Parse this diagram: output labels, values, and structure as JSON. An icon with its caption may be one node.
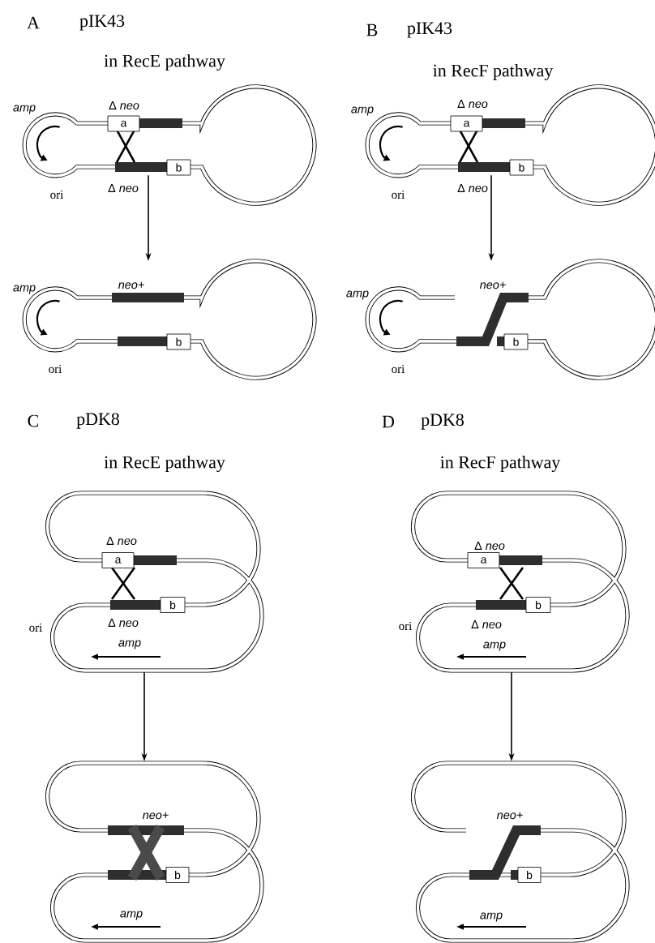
{
  "diagram": {
    "nodes": [
      {
        "text": [],
        "shape": "picture"
      },
      {
        "text": [
          "a"
        ],
        "in": 0
      },
      {
        "text": [
          "b"
        ],
        "in": 0
      },
      {
        "text": [],
        "shape": "picture"
      },
      {
        "text": [
          "b"
        ],
        "in": 3
      },
      {
        "text": [],
        "shape": "picture"
      },
      {
        "text": [
          "a"
        ],
        "in": 5
      },
      {
        "text": [
          "b"
        ],
        "in": 5
      },
      {
        "text": [],
        "shape": "picture"
      },
      {
        "text": [
          "b"
        ],
        "in": 8
      },
      {
        "text": [],
        "shape": "picture"
      },
      {
        "text": [
          "a"
        ],
        "in": 10
      },
      {
        "text": [
          "b"
        ],
        "in": 10
      },
      {
        "text": [],
        "shape": "picture"
      },
      {
        "text": [
          "b"
        ],
        "in": 13
      },
      {
        "text": [],
        "shape": "picture"
      },
      {
        "text": [
          "a"
        ],
        "in": 15
      },
      {
        "text": [
          "b"
        ],
        "in": 15
      },
      {
        "text": [],
        "shape": "picture"
      },
      {
        "text": [
          "b"
        ],
        "in": 18
      }
    ],
    "edges": [
      {
        "from": 0,
        "to": 3,
        "arrow": "to"
      },
      {
        "from": 5,
        "to": 8,
        "arrow": "to"
      },
      {
        "from": 10,
        "to": 13,
        "arrow": "to"
      },
      {
        "from": 15,
        "to": 18,
        "arrow": "to"
      }
    ],
    "labels": [
      "A",
      "pIK43",
      "in RecE pathway",
      "amp",
      "Δ *neo*",
      "ori",
      "Δ *neo*",
      "amp",
      "neo+",
      "ori",
      "B",
      "pIK43",
      "in RecF pathway",
      "amp",
      "Δ *neo*",
      "ori",
      "Δ *neo*",
      "amp",
      "neo+",
      "ori",
      "C",
      "pDK8",
      "in RecE pathway",
      "Δ *neo*",
      "ori",
      "Δ *neo*",
      "amp",
      "neo+",
      "amp",
      "D",
      "pDK8",
      "in RecF pathway",
      "Δ *neo*",
      "ori",
      "Δ *neo*",
      "amp",
      "neo+",
      "amp"
    ]
  }
}
